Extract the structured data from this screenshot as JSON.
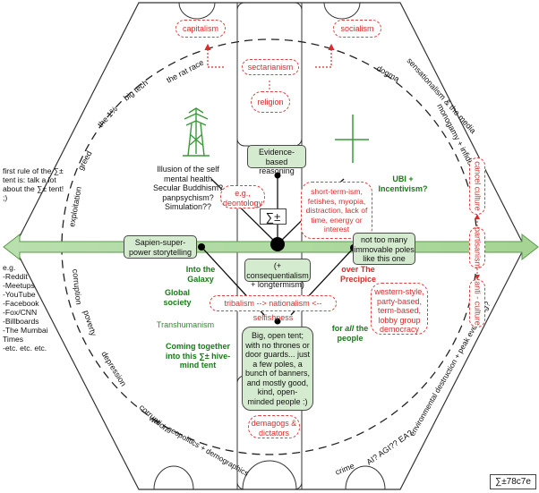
{
  "top": {
    "capitalism": "capitalism",
    "socialism": "socialism",
    "sectarianism": "sectarianism",
    "religion": "religion"
  },
  "center": {
    "evidence": "Evidence-based reasoning",
    "sigma": "∑±",
    "deontology": "e.g., deontology",
    "shortterm": "short-term-ism, fetishes, myopia, distraction, lack of time, energy or interest",
    "sapien": "Sapien-super-power storytelling",
    "consequentialism": "(+ consequentialism + longtermism)",
    "poles": "not too many immovable poles like this one",
    "ubi": "UBI + Incentivism?",
    "illusion": "Illusion of the self\nmental health\nSecular Buddhism?\npanpsychism?\nSimulation??",
    "galaxy": "Into the Galaxy",
    "precipice": "over The Precipice",
    "global": "Global society",
    "tribalism": "tribalism --> nationalism <-- selfishness",
    "western": "western-style, party-based, term-based, lobby group democracy",
    "transhumanism": "Transhumanism",
    "people_pre": "for ",
    "people_all": "all",
    "people_post": " the people",
    "coming": "Coming together into this ∑± hive-mind tent",
    "tent": "Big, open tent; with no thrones or door guards... just a few poles, a bunch of banners, and mostly good, kind, open-minded people :)",
    "demagogs": "demagogs & dictators"
  },
  "right": {
    "cancel": "cancel culture",
    "partisanism": "partisanism",
    "anti": "anti - culture"
  },
  "ring_words": {
    "rat_race": "the rat race",
    "big_tech": "big tech",
    "one_percent": "the 1%",
    "greed": "greed",
    "exploitation": "exploitation",
    "corruption": "corruption",
    "poverty": "poverty",
    "depression": "depression",
    "war": "war + geopolitics + demographics",
    "crime": "crime",
    "agi": "AI? AGI?? EA?",
    "environment": "environmental destruction + peak everything?",
    "dogma": "dogma",
    "sensationalism": "sensationalism & the media",
    "monogamy": "monogamy + infidelity"
  },
  "left_note": {
    "rule": "first rule of the ∑± tent is: talk a lot about the ∑± tent! ;)",
    "eg": "e.g.\n-Reddit\n-Meetups\n-YouTube\n-Facebook\n-Fox/CNN\n-Billboards\n-The Mumbai Times\n-etc. etc. etc."
  },
  "tag": "∑±78c7e",
  "colors": {
    "red": "#d92b2b",
    "green_box": "#d5ebcf",
    "green_text": "#1a7a1a",
    "tower": "#3a9a3a"
  }
}
